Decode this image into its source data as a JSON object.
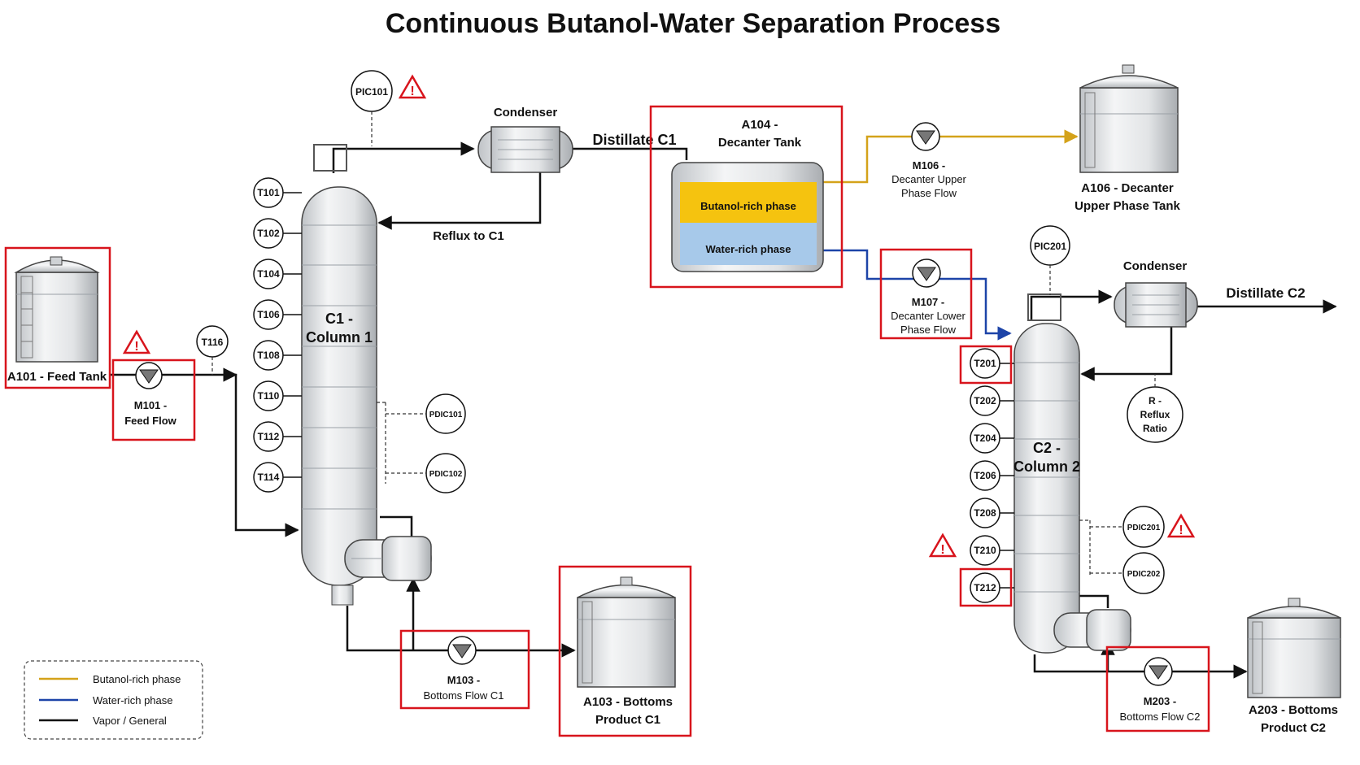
{
  "title": "Continuous Butanol-Water Separation Process",
  "tanks": {
    "feed": "A101 - Feed Tank",
    "decanter_line1": "A104 -",
    "decanter_line2": "Decanter Tank",
    "bottoms_c1_line1": "A103 - Bottoms",
    "bottoms_c1_line2": "Product C1",
    "upper_phase_line1": "A106 - Decanter",
    "upper_phase_line2": "Upper Phase Tank",
    "bottoms_c2_line1": "A203 - Bottoms",
    "bottoms_c2_line2": "Product C2"
  },
  "phases": {
    "butanol": "Butanol-rich phase",
    "water": "Water-rich phase"
  },
  "columns": {
    "c1_line1": "C1 -",
    "c1_line2": "Column 1",
    "c2_line1": "C2 -",
    "c2_line2": "Column 2"
  },
  "equipment": {
    "condenser1": "Condenser",
    "condenser2": "Condenser"
  },
  "streams": {
    "distillate1": "Distillate C1",
    "reflux1": "Reflux to C1",
    "distillate2": "Distillate C2"
  },
  "pumps": {
    "m101_line1": "M101 -",
    "m101_line2": "Feed Flow",
    "m103_line1": "M103 -",
    "m103_line2": "Bottoms Flow C1",
    "m106_line1": "M106 -",
    "m106_line2": "Decanter Upper",
    "m106_line3": "Phase Flow",
    "m107_line1": "M107 -",
    "m107_line2": "Decanter Lower",
    "m107_line3": "Phase Flow",
    "m203_line1": "M203 -",
    "m203_line2": "Bottoms Flow C2"
  },
  "instruments": {
    "pic101": "PIC101",
    "pic201": "PIC201",
    "t116": "T116",
    "c1_temps": [
      "T101",
      "T102",
      "T104",
      "T106",
      "T108",
      "T110",
      "T112",
      "T114"
    ],
    "c2_temps": [
      "T201",
      "T202",
      "T204",
      "T206",
      "T208",
      "T210",
      "T212"
    ],
    "pdic101": "PDIC101",
    "pdic102": "PDIC102",
    "pdic201": "PDIC201",
    "pdic202": "PDIC202",
    "reflux_line1": "R -",
    "reflux_line2": "Reflux",
    "reflux_line3": "Ratio"
  },
  "legend": {
    "butanol": "Butanol-rich phase",
    "water": "Water-rich phase",
    "vapor": "Vapor / General"
  },
  "colors": {
    "alarm": "#d8141c",
    "butanol_line": "#d4a21a",
    "water_line": "#1d44a8",
    "butanol_phase": "#f5c30f",
    "water_phase": "#a7c9ea"
  }
}
